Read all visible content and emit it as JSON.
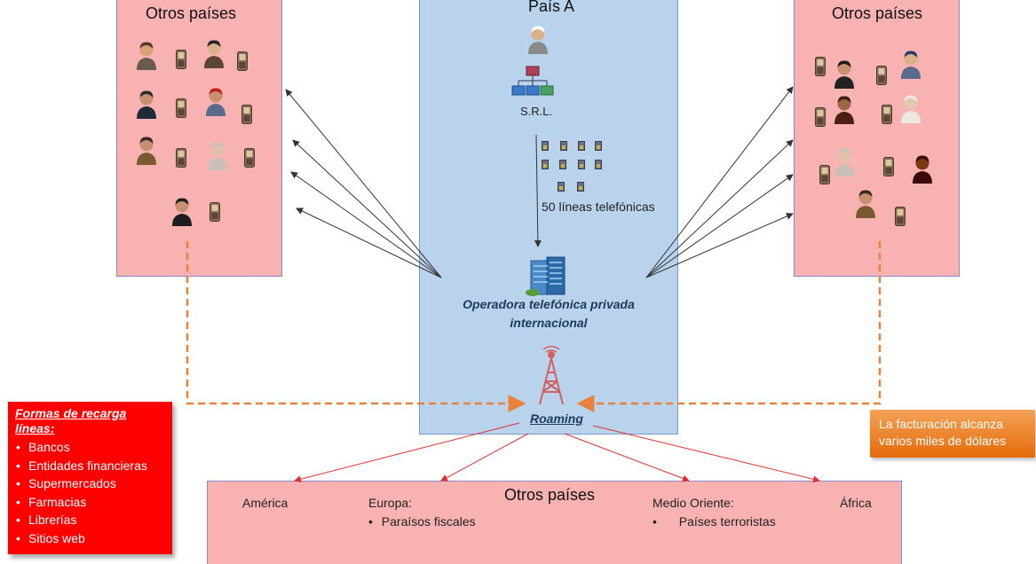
{
  "left_panel": {
    "title": "Otros países"
  },
  "right_panel": {
    "title": "Otros países"
  },
  "center_panel": {
    "title": "País A",
    "srl_label": "S.R.L.",
    "lines_label": "50 líneas telefónicas",
    "operator_label_1": "Operadora telefónica privada",
    "operator_label_2": "internacional",
    "roaming_label": "Roaming"
  },
  "bottom_panel": {
    "title": "Otros países",
    "regions": {
      "america": "América",
      "europe": "Europa:",
      "europe_item": "Paraísos fiscales",
      "middle_east": "Medio Oriente:",
      "middle_east_item": "Países terroristas",
      "africa": "África"
    }
  },
  "recarga": {
    "title": "Formas de recarga líneas:",
    "items": [
      "Bancos",
      "Entidades financieras",
      "Supermercados",
      "Farmacias",
      "Librerías",
      "Sitios web"
    ]
  },
  "facturacion": {
    "line1": "La facturación alcanza",
    "line2": "varios miles de dólares"
  },
  "colors": {
    "panel_pink": "#f9b2b2",
    "panel_blue": "#b9d3ec",
    "orange_dashed": "#e8823a",
    "red_arrow": "#e03030",
    "recarga_box": "#ff0000",
    "facturacion_box": "#e46c0a"
  }
}
